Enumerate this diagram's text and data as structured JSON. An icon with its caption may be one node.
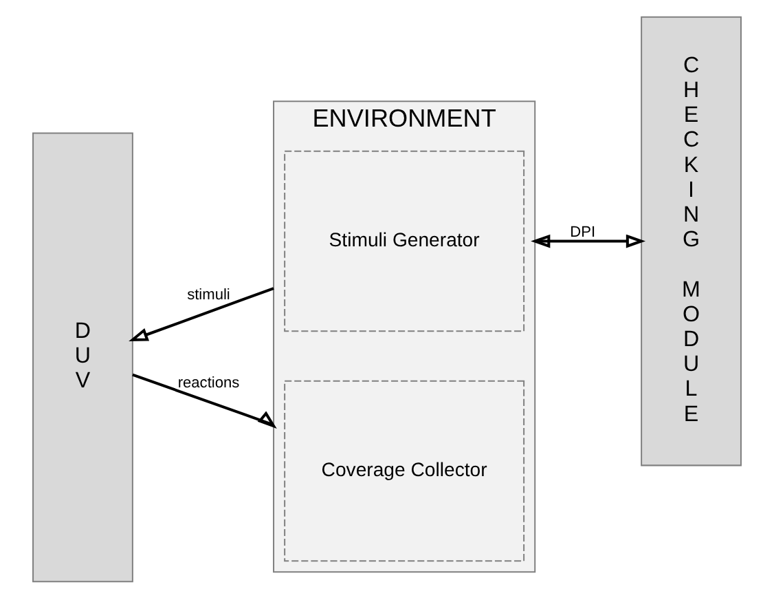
{
  "diagram": {
    "nodes": [
      {
        "text": [
          "DUV"
        ]
      },
      {
        "text": [
          "ENVIRONMENT"
        ]
      },
      {
        "text": [
          "Stimuli Generator"
        ],
        "in": 1
      },
      {
        "text": [
          "Coverage Collector"
        ],
        "in": 1
      },
      {
        "text": [
          "CHECKING MODULE"
        ]
      }
    ],
    "edges": [
      {
        "from": 1,
        "to": 0,
        "arrow": "to",
        "label": "stimuli"
      },
      {
        "from": 0,
        "to": 1,
        "arrow": "to",
        "label": "reactions"
      },
      {
        "from": 1,
        "to": 4,
        "arrow": "both",
        "label": "DPI"
      }
    ]
  }
}
